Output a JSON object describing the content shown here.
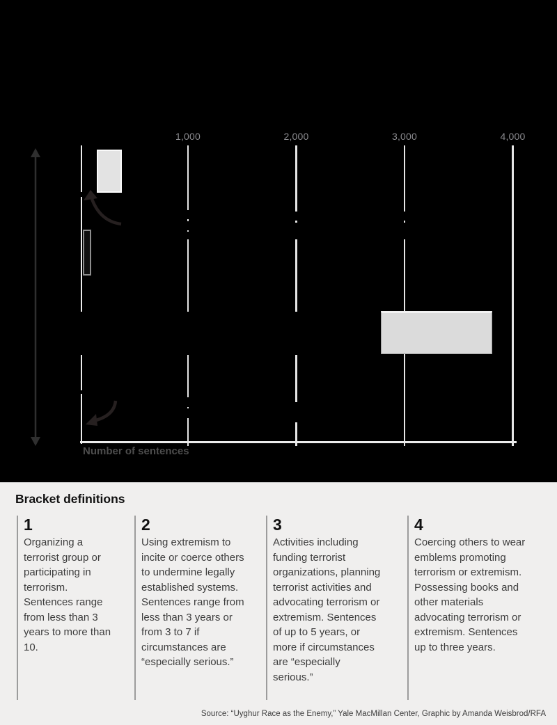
{
  "colors": {
    "chart_background": "#000000",
    "panel_background": "#f0efee",
    "gridline": "#e6e6e6",
    "tick_label": "#8b8b8f",
    "x_axis_label": "#4d4d4d",
    "body_text": "#3d3d3d",
    "heading_text": "#111111",
    "small_box_fill": "#e3e3e3",
    "label_box_fill": "#dbdbdb",
    "arrow_color": "#2f2f2f"
  },
  "chart": {
    "x_tick_labels": [
      "1,000",
      "2,000",
      "3,000",
      "4,000"
    ],
    "x_axis_label": "Number of sentences"
  },
  "chart_data": {
    "type": "bar",
    "orientation": "horizontal",
    "xlabel": "Number of sentences",
    "x_ticks": [
      1000,
      2000,
      3000,
      4000
    ],
    "xlim": [
      0,
      4100
    ],
    "grid": "vertical light gridlines on black background",
    "visible_elements": [
      {
        "name": "small-box-top-left",
        "x_start_est": 150,
        "x_end_est": 380
      },
      {
        "name": "thin-bar-at-axis",
        "x_start_est": 20,
        "x_end_est": 90
      },
      {
        "name": "wide-label-box",
        "x_start_est": 2820,
        "x_end_est": 3860
      },
      {
        "name": "black-bar-band",
        "x_start_est": 0,
        "x_end_est": 2820
      }
    ],
    "note": "Most chart ink (title and row labels) is black-on-black and illegible; visible are axes, tick labels, gridlines with gaps, three light boxes, a vertical double-headed arrow and two curved arrows."
  },
  "icons": {
    "vertical_double_arrow": "up-down-arrow",
    "curved_arrow_top": "curved-arrow",
    "curved_arrow_bottom": "curved-arrow"
  },
  "brackets": {
    "heading": "Bracket definitions",
    "items": [
      {
        "number": "1",
        "text": "Organizing a terrorist group or participating in terrorism. Sentences range from less than 3 years to more than 10."
      },
      {
        "number": "2",
        "text": "Using extremism to incite or coerce others to undermine legally established systems. Sentences range from less than 3 years or from 3 to 7 if circumstances are “especially serious.”"
      },
      {
        "number": "3",
        "text": "Activities including funding terrorist organizations, planning terrorist activities and advocating terrorism or extremism. Sentences of up to 5 years, or more if circumstances are “especially serious.”"
      },
      {
        "number": "4",
        "text": "Coercing others to wear emblems promoting terrorism or extremism. Possessing books and other materials advocating terrorism or extremism. Sentences up to three years."
      }
    ]
  },
  "footer": {
    "source": "Source: “Uyghur Race as the Enemy,” Yale MacMillan Center, Graphic by Amanda Weisbrod/RFA"
  }
}
